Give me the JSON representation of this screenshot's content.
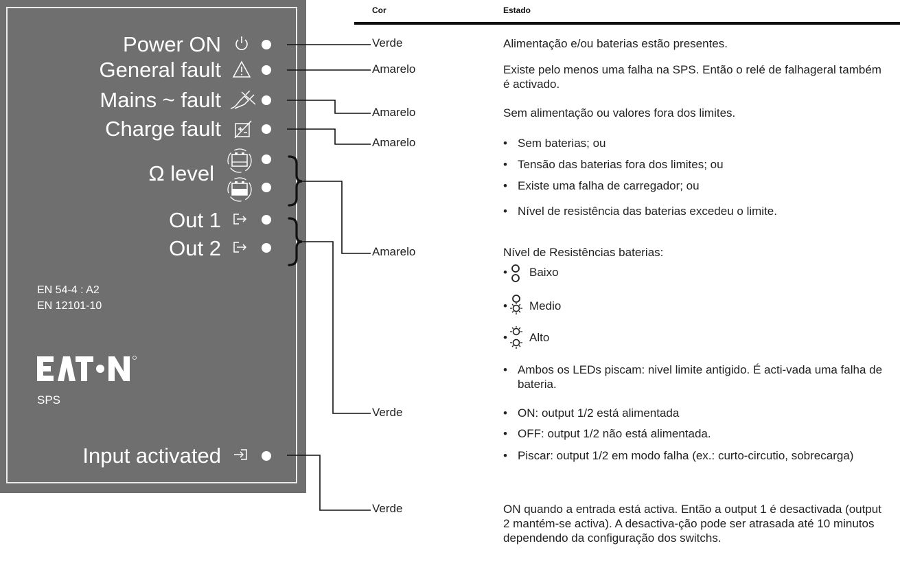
{
  "panel": {
    "labels": {
      "power_on": "Power ON",
      "general_fault": "General fault",
      "mains_fault": "Mains ~ fault",
      "charge_fault": "Charge fault",
      "omega_level": "Ω level",
      "out1": "Out 1",
      "out2": "Out 2",
      "input_activated": "Input activated"
    },
    "standards": [
      "EN 54-4 : A2",
      "EN 12101-10"
    ],
    "logo_text": "EATON",
    "model": "SPS",
    "colors": {
      "panel_bg": "#6f6f6f",
      "panel_text": "#ffffff"
    }
  },
  "table": {
    "headers": {
      "cor": "Cor",
      "estado": "Estado"
    },
    "rows": [
      {
        "cor": "Verde",
        "estado": "Alimentação e/ou baterias estão presentes."
      },
      {
        "cor": "Amarelo",
        "estado": "Existe pelo menos uma falha na SPS. Então o relé de falhageral também é activado."
      },
      {
        "cor": "Amarelo",
        "estado": "Sem alimentação ou valores fora dos limites."
      },
      {
        "cor": "Amarelo",
        "bullets": [
          "Sem baterias; ou",
          "Tensão das baterias fora dos limites; ou",
          "Existe uma falha de carregador; ou",
          "Nível de resistência das baterias excedeu o limite."
        ]
      },
      {
        "cor": "Amarelo",
        "intro": "Nível de Resistências baterias:",
        "levels": [
          "Baixo",
          "Medio",
          "Alto"
        ],
        "note": "Ambos os LEDs piscam: nivel limite antigido. É acti-vada uma falha de bateria."
      },
      {
        "cor": "Verde",
        "bullets": [
          "ON: output 1/2 está alimentada",
          "OFF: output 1/2 não está alimentada.",
          "Piscar: output 1/2 em modo falha (ex.: curto-circutio, sobrecarga)"
        ]
      },
      {
        "cor": "Verde",
        "estado": "ON quando a entrada está activa. Então a output 1 é desactivada (output 2 mantém-se activa). A desactiva-ção pode ser atrasada até 10 minutos dependendo da configuração dos switchs."
      }
    ]
  }
}
